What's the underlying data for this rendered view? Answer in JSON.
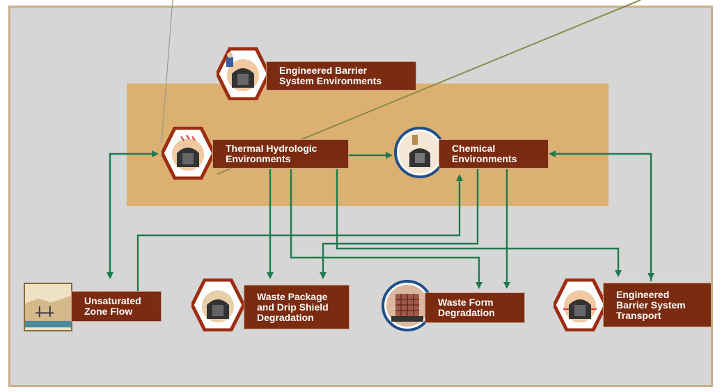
{
  "nodes": {
    "ebs_env": {
      "label": "Engineered Barrier\nSystem Environments",
      "icon": "drift-with-scientist-icon"
    },
    "thermal": {
      "label": "Thermal Hydrologic\nEnvironments",
      "icon": "drift-heat-icon"
    },
    "chemical": {
      "label": "Chemical\nEnvironments",
      "icon": "chemistry-drift-icon"
    },
    "unsat": {
      "label": "Unsaturated\nZone Flow",
      "icon": "groundwater-flow-icon"
    },
    "waste_pkg": {
      "label": "Waste Package\nand Drip Shield\nDegradation",
      "icon": "waste-package-icon"
    },
    "waste_form": {
      "label": "Waste Form\nDegradation",
      "icon": "waste-form-icon"
    },
    "ebs_transport": {
      "label": "Engineered\nBarrier System\nTransport",
      "icon": "drift-transport-icon"
    }
  },
  "colors": {
    "label_bg": "#7a2b10",
    "arrow": "#1f7a4f",
    "band": "#dcb071",
    "panel": "#d6d6d6",
    "hex_border": "#9b2d12",
    "circle_border": "#1f4f8a"
  }
}
